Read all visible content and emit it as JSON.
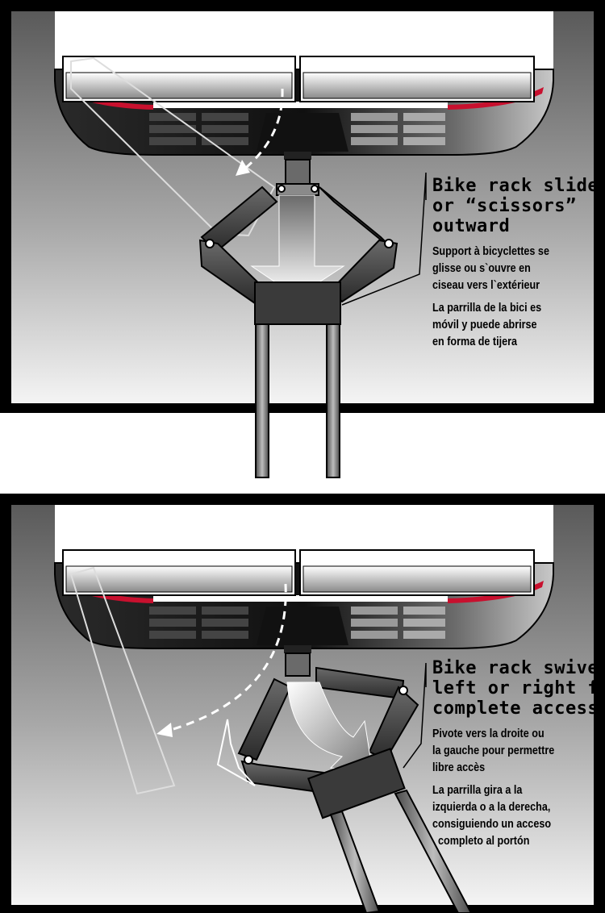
{
  "top_panel": {
    "heading": [
      "Bike rack slides",
      "or “scissors”",
      "outward"
    ],
    "french": [
      "Support à bicyclettes se",
      "glisse ou s`ouvre  en",
      "ciseau vers l`extérieur"
    ],
    "spanish": [
      "La parrilla de la bici es",
      "móvil y puede abrirse",
      "en forma de tijera"
    ]
  },
  "bottom_panel": {
    "heading": [
      "Bike rack swivels",
      "left or right for",
      "complete access"
    ],
    "french": [
      "Pivote vers la droite ou",
      "la gauche pour permettre",
      "libre accès"
    ],
    "spanish": [
      "La parrilla gira a la",
      "izquierda o a la derecha,",
      "consiguiendo un acceso",
      "  completo al portón"
    ]
  },
  "colors": {
    "frame": "#000000",
    "tail_light": "#c8102e",
    "bumper_dark": "#1a1a1a",
    "arm": "#3a3a3a"
  }
}
